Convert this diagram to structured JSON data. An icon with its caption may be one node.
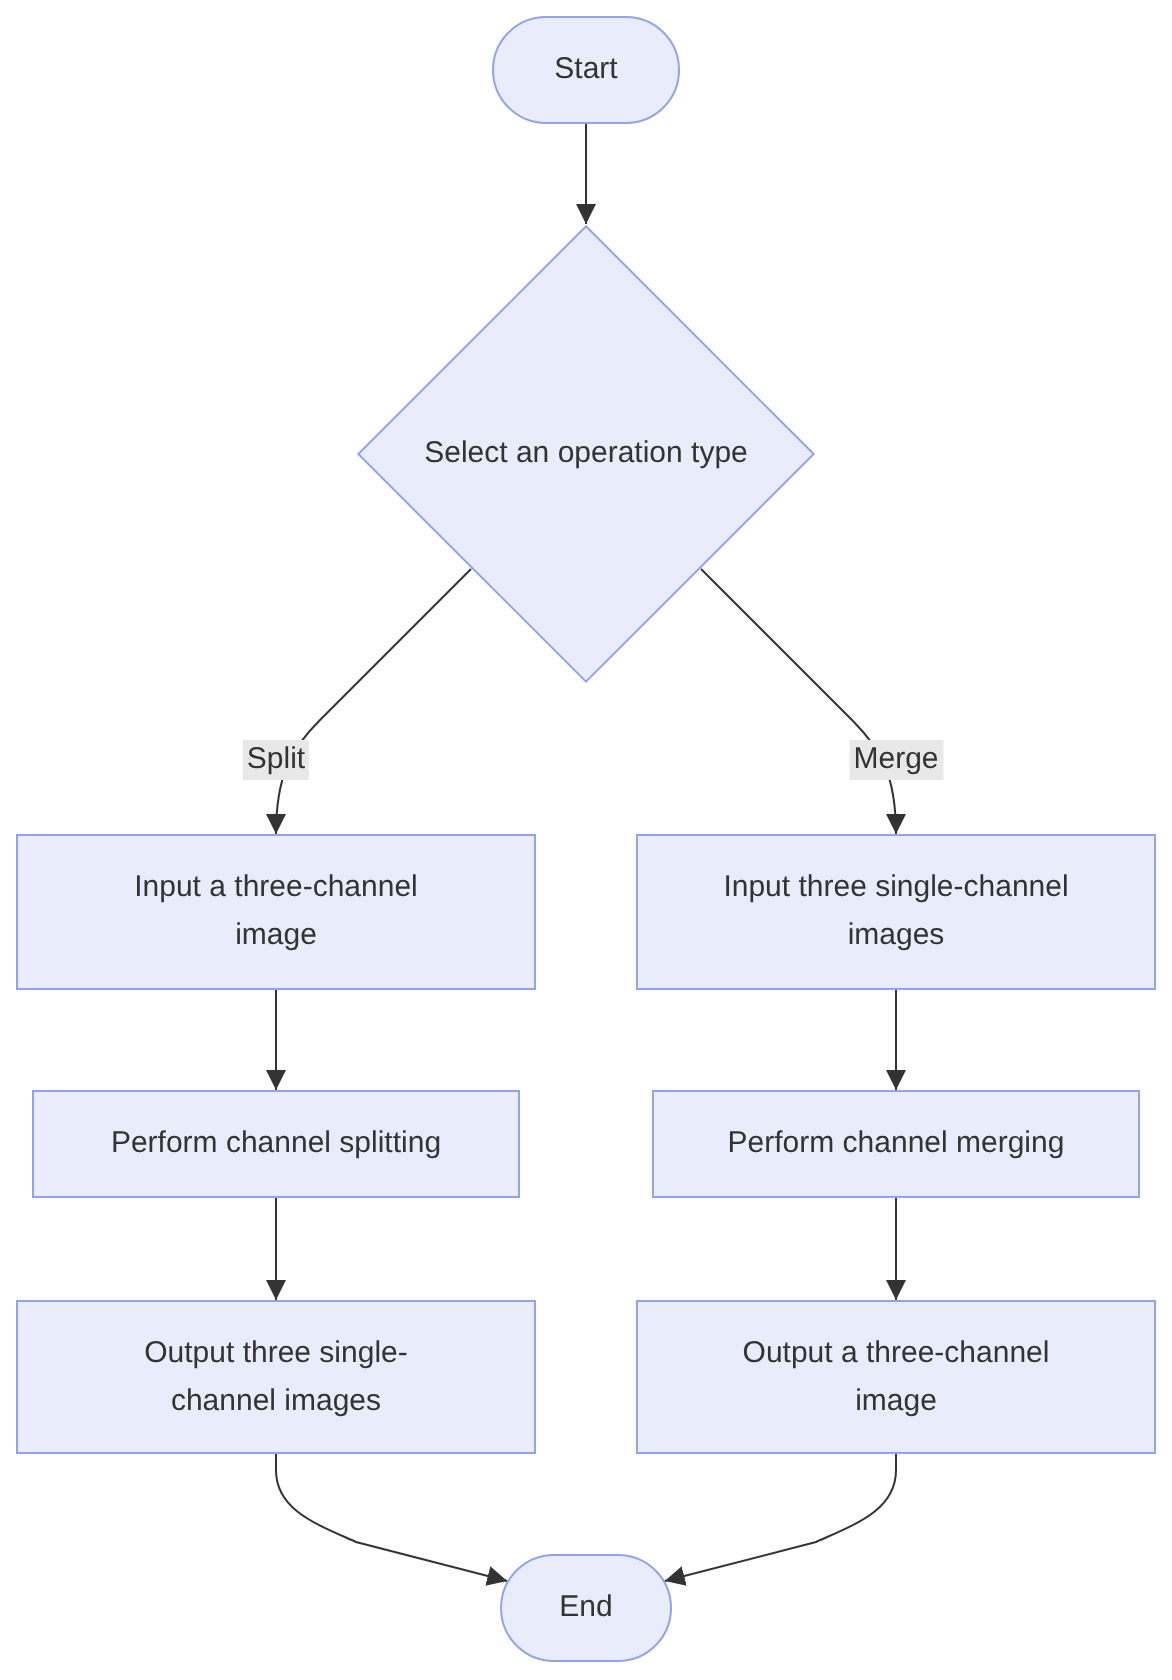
{
  "diagram": {
    "nodes": [
      {
        "text": [
          "Start"
        ]
      },
      {
        "text": [
          "Select an operation type"
        ]
      },
      {
        "text": [
          "Input a three-channel image"
        ]
      },
      {
        "text": [
          "Input three single-channel images"
        ]
      },
      {
        "text": [
          "Perform channel splitting"
        ]
      },
      {
        "text": [
          "Perform channel merging"
        ]
      },
      {
        "text": [
          "Output three single-channel images"
        ]
      },
      {
        "text": [
          "Output a three-channel image"
        ]
      },
      {
        "text": [
          "End"
        ]
      }
    ],
    "edges": [
      {
        "from": 0,
        "to": 1,
        "arrow": "to"
      },
      {
        "from": 1,
        "to": 2,
        "arrow": "to",
        "label": "Split"
      },
      {
        "from": 1,
        "to": 3,
        "arrow": "to",
        "label": "Merge"
      },
      {
        "from": 2,
        "to": 4,
        "arrow": "to"
      },
      {
        "from": 4,
        "to": 6,
        "arrow": "to"
      },
      {
        "from": 3,
        "to": 5,
        "arrow": "to"
      },
      {
        "from": 5,
        "to": 7,
        "arrow": "to"
      },
      {
        "from": 6,
        "to": 8,
        "arrow": "to"
      },
      {
        "from": 7,
        "to": 8,
        "arrow": "to"
      }
    ]
  }
}
